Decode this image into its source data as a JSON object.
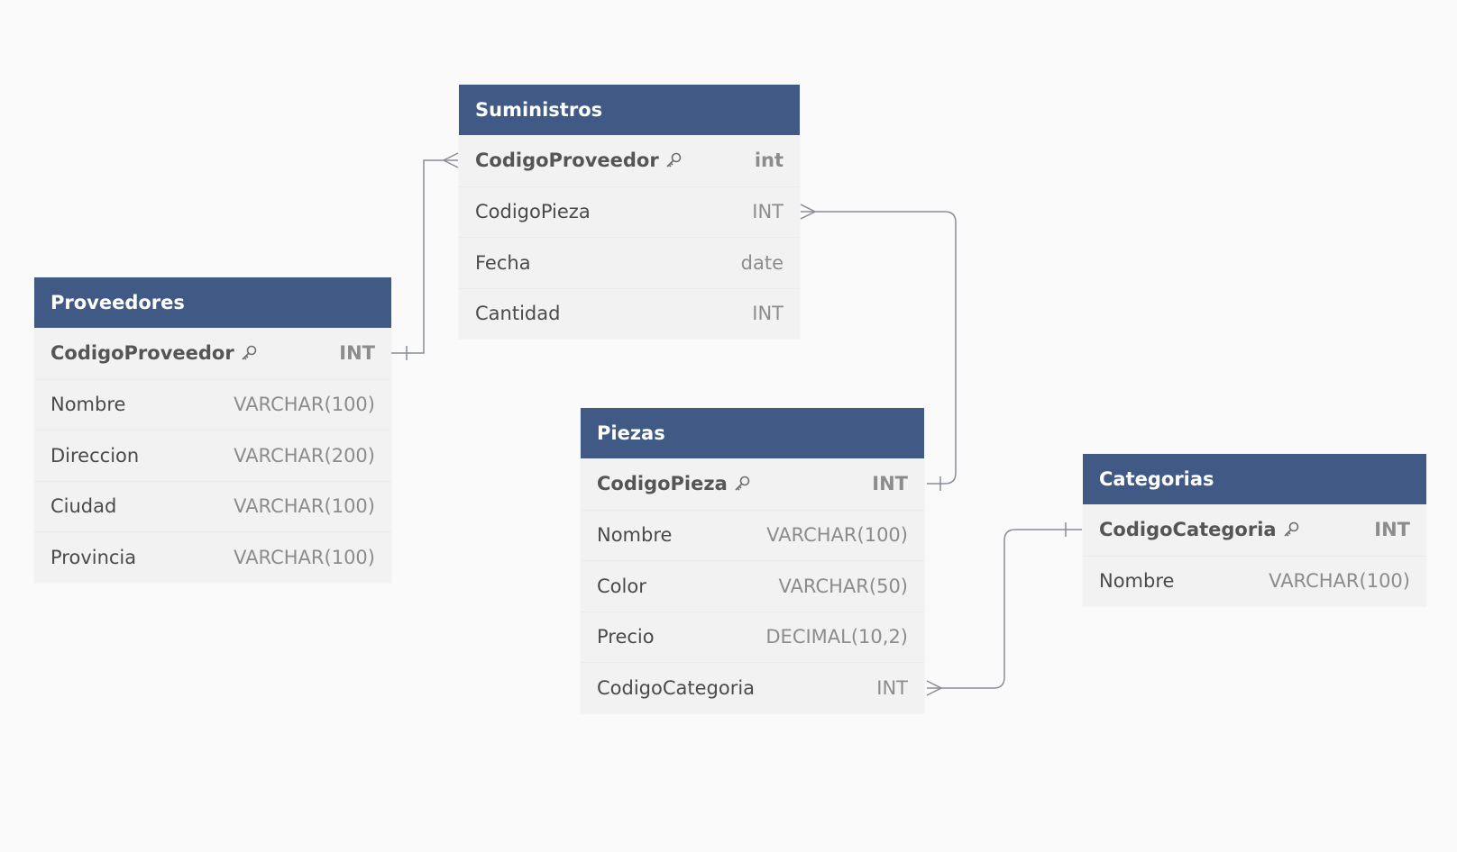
{
  "tables": {
    "suministros": {
      "name": "Suministros",
      "fields": [
        {
          "name": "CodigoProveedor",
          "type": "int"
        },
        {
          "name": "CodigoPieza",
          "type": "INT"
        },
        {
          "name": "Fecha",
          "type": "date"
        },
        {
          "name": "Cantidad",
          "type": "INT"
        }
      ]
    },
    "proveedores": {
      "name": "Proveedores",
      "fields": [
        {
          "name": "CodigoProveedor",
          "type": "INT"
        },
        {
          "name": "Nombre",
          "type": "VARCHAR(100)"
        },
        {
          "name": "Direccion",
          "type": "VARCHAR(200)"
        },
        {
          "name": "Ciudad",
          "type": "VARCHAR(100)"
        },
        {
          "name": "Provincia",
          "type": "VARCHAR(100)"
        }
      ]
    },
    "piezas": {
      "name": "Piezas",
      "fields": [
        {
          "name": "CodigoPieza",
          "type": "INT"
        },
        {
          "name": "Nombre",
          "type": "VARCHAR(100)"
        },
        {
          "name": "Color",
          "type": "VARCHAR(50)"
        },
        {
          "name": "Precio",
          "type": "DECIMAL(10,2)"
        },
        {
          "name": "CodigoCategoria",
          "type": "INT"
        }
      ]
    },
    "categorias": {
      "name": "Categorias",
      "fields": [
        {
          "name": "CodigoCategoria",
          "type": "INT"
        },
        {
          "name": "Nombre",
          "type": "VARCHAR(100)"
        }
      ]
    }
  },
  "colors": {
    "header": "#405985",
    "body": "#f2f2f2",
    "connector": "#8a8d96"
  },
  "icons": {
    "primary_key": "key-icon"
  }
}
